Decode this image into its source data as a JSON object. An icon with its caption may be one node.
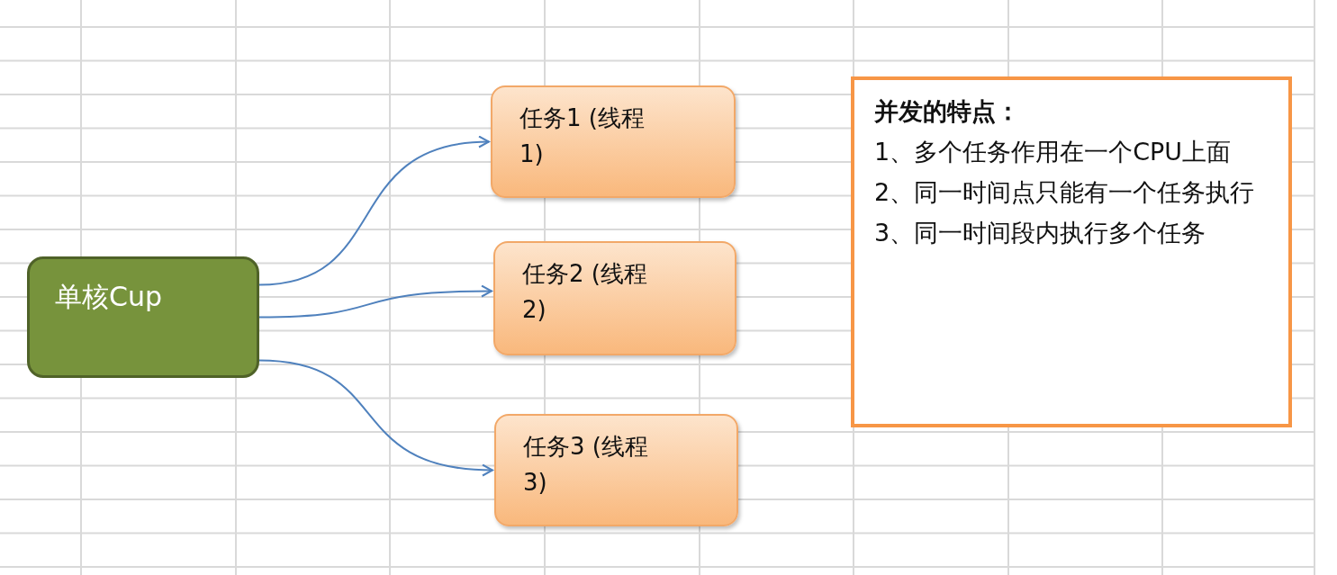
{
  "diagram": {
    "nodes": [
      {
        "text": [
          "单核Cup"
        ]
      },
      {
        "text": [
          "任务1 (线程1)"
        ]
      },
      {
        "text": [
          "任务2 (线程2)"
        ]
      },
      {
        "text": [
          "任务3 (线程3)"
        ]
      },
      {
        "text": [
          "并发的特点：",
          "1、多个任务作用在一个CPU上面",
          "2、同一时间点只能有一个任务执行",
          "3、同一时间段内执行多个任务"
        ]
      }
    ],
    "edges": [
      {
        "from": 0,
        "to": 1,
        "arrow": "to"
      },
      {
        "from": 0,
        "to": 2,
        "arrow": "to"
      },
      {
        "from": 0,
        "to": 3,
        "arrow": "to"
      }
    ]
  }
}
